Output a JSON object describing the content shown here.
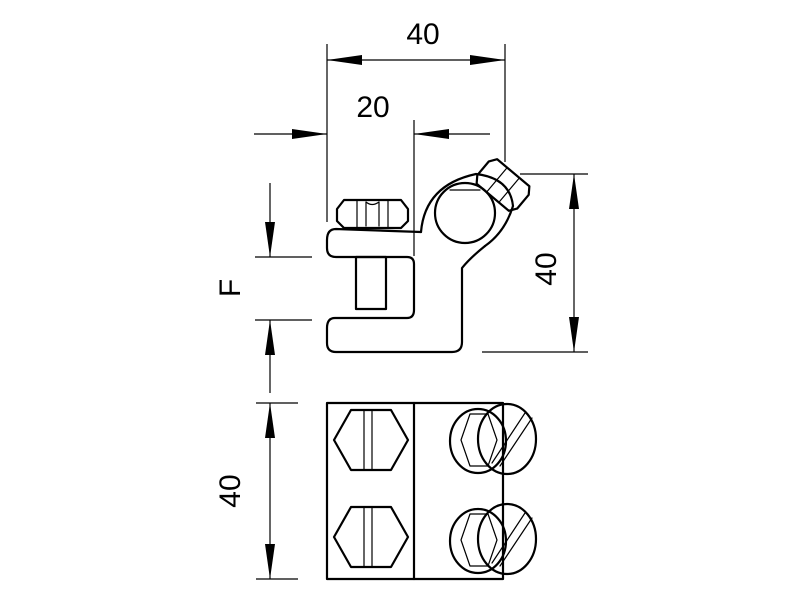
{
  "dimensions": {
    "top_width": "40",
    "half_width": "20",
    "right_height": "40",
    "clamp_range": "F",
    "bottom_height": "40"
  },
  "colors": {
    "line": "#000000",
    "background": "#ffffff"
  }
}
